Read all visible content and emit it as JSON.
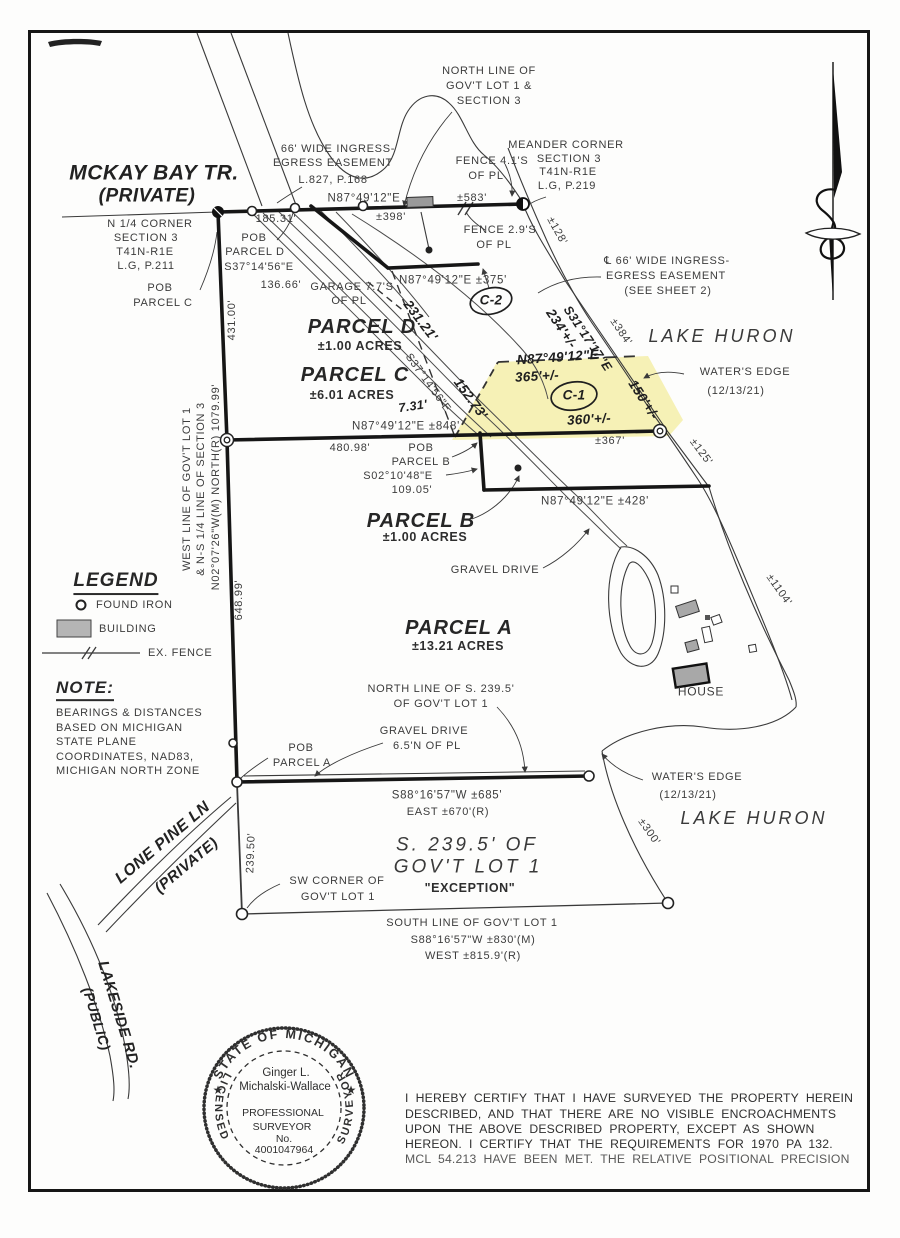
{
  "labels": {
    "mckay_1": "MCKAY BAY TR.",
    "mckay_2": "(PRIVATE)",
    "nqc_1": "N 1/4 CORNER",
    "nqc_2": "SECTION 3",
    "nqc_3": "T41N-R1E",
    "nqc_4": "L.G, P.211",
    "pobc_1": "POB",
    "pobc_2": "PARCEL C",
    "northline_1": "NORTH LINE OF",
    "northline_2": "GOV'T LOT 1 &",
    "northline_3": "SECTION 3",
    "esmt_1": "66' WIDE INGRESS-",
    "esmt_2": "EGRESS EASEMENT",
    "esmt_3": "L.827, P.168",
    "fence41_1": "FENCE 4.1'S",
    "fence41_2": "OF PL",
    "meander_1": "MEANDER CORNER",
    "meander_2": "SECTION 3",
    "meander_3": "T41N-R1E",
    "meander_4": "L.G, P.219",
    "d185": "185.31'",
    "brg_top": "N87°49'12\"E",
    "d398": "±398'",
    "d583": "±583'",
    "pobd_1": "POB",
    "pobd_2": "PARCEL D",
    "pobd_3": "S37°14'56\"E",
    "pobd_4": "136.66'",
    "garage_1": "GARAGE 7.7'S",
    "garage_2": "OF PL",
    "fence29_1": "FENCE 2.9'S",
    "fence29_2": "OF PL",
    "d128": "±128'",
    "brg375": "N87°49'12\"E ±375'",
    "cl66_1": "℄ 66' WIDE INGRESS-",
    "cl66_2": "EGRESS EASEMENT",
    "cl66_3": "(SEE SHEET 2)",
    "lakehuron_top": "LAKE HURON",
    "c2": "C-2",
    "hw231": "231.21'",
    "hw234": "234'+/-",
    "hwS31": "S31°17'17\"E",
    "d384": "±384'",
    "we_top_1": "WATER'S EDGE",
    "we_top_2": "(12/13/21)",
    "prcd_1": "PARCEL D",
    "prcd_2": "±1.00 ACRES",
    "prcc_1": "PARCEL C",
    "prcc_2": "±6.01 ACRES",
    "s37rot": "S37°14'56\"E",
    "hw152": "152.73'",
    "hw731": "7.31'",
    "hwN87": "N87°49'12\"E",
    "hw365": "365'+/-",
    "c1": "C-1",
    "hw360": "360'+/-",
    "hw150": "150'+/-",
    "brg848": "N87°49'12\"E ±848'",
    "d48098": "480.98'",
    "d367": "±367'",
    "d125": "±125'",
    "pobb_1": "POB",
    "pobb_2": "PARCEL B",
    "pobb_3": "S02°10'48\"E",
    "pobb_4": "109.05'",
    "brg428": "N87°49'12\"E ±428'",
    "prcb_1": "PARCEL B",
    "prcb_2": "±1.00 ACRES",
    "gravel": "GRAVEL DRIVE",
    "d431": "431.00'",
    "west_1": "WEST LINE OF GOV'T LOT 1",
    "west_2": "& N-S 1/4 LINE OF SECTION 3",
    "west_3": "N02°07'26\"W(M)  NORTH(R)  1079.99'",
    "d648": "648.99'",
    "leg_title": "LEGEND",
    "leg_iron": "FOUND IRON",
    "leg_bldg": "BUILDING",
    "leg_fence": "EX. FENCE",
    "note_title": "NOTE:",
    "note_1": "BEARINGS & DISTANCES",
    "note_2": "BASED ON MICHIGAN",
    "note_3": "STATE PLANE",
    "note_4": "COORDINATES, NAD83,",
    "note_5": "MICHIGAN NORTH ZONE",
    "prca_1": "PARCEL A",
    "prca_2": "±13.21 ACRES",
    "nl2395_1": "NORTH LINE OF S. 239.5'",
    "nl2395_2": "OF GOV'T LOT 1",
    "gr65_1": "GRAVEL DRIVE",
    "gr65_2": "6.5'N OF PL",
    "poba_1": "POB",
    "poba_2": "PARCEL A",
    "d1104": "±1104'",
    "house": "HOUSE",
    "brg685": "S88°16'57\"W ±685'",
    "east670": "EAST ±670'(R)",
    "we_bot_1": "WATER'S EDGE",
    "we_bot_2": "(12/13/21)",
    "lakehuron_bot": "LAKE HURON",
    "lonepine_1": "LONE PINE LN",
    "lonepine_2": "(PRIVATE)",
    "d23950": "239.50'",
    "swc_1": "SW CORNER OF",
    "swc_2": "GOV'T LOT 1",
    "exc_1": "S. 239.5' OF",
    "exc_2": "GOV'T LOT 1",
    "exc_3": "\"EXCEPTION\"",
    "sl_1": "SOUTH LINE OF GOV'T LOT 1",
    "sl_2": "S88°16'57\"W ±830'(M)",
    "sl_3": "WEST ±815.9'(R)",
    "d300": "±300'",
    "lakeside_1": "LAKESIDE RD.",
    "lakeside_2": "(PUBLIC)"
  },
  "seal": {
    "arc_top": "STATE OF MICHIGAN",
    "arc_left": "LICENSED",
    "arc_right": "SURVEYOR",
    "star": "★",
    "name_1": "Ginger L.",
    "name_2": "Michalski-Wallace",
    "line_1": "PROFESSIONAL",
    "line_2": "SURVEYOR",
    "line_3": "No.",
    "line_4": "4001047964"
  },
  "certification": {
    "line_1": "I HEREBY CERTIFY THAT I HAVE SURVEYED THE PROPERTY HEREIN",
    "line_2": "DESCRIBED, AND THAT THERE ARE NO VISIBLE ENCROACHMENTS",
    "line_3": "UPON THE ABOVE DESCRIBED PROPERTY, EXCEPT AS SHOWN",
    "line_4": "HEREON.  I CERTIFY THAT THE REQUIREMENTS FOR 1970 PA 132.",
    "line_5": "MCL 54.213 HAVE BEEN MET. THE RELATIVE POSITIONAL PRECISION"
  },
  "colors": {
    "highlight": "#f5efae",
    "ink": "#2b2b2b"
  }
}
